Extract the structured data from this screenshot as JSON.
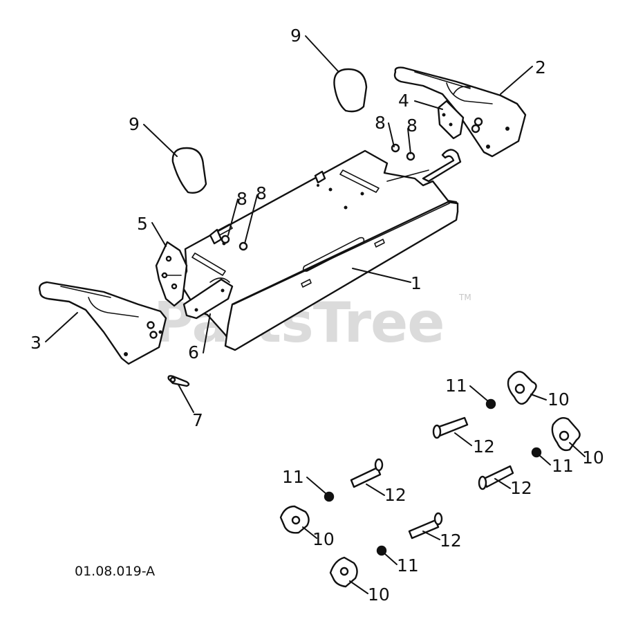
{
  "watermark": {
    "text": "PartsTree",
    "trademark": "TM"
  },
  "diagram_code": "01.08.019-A",
  "callouts": {
    "c1": "1",
    "c2": "2",
    "c3": "3",
    "c4": "4",
    "c5": "5",
    "c6": "6",
    "c7": "7",
    "c8a": "8",
    "c8b": "8",
    "c8c": "8",
    "c8d": "8",
    "c9a": "9",
    "c9b": "9",
    "c10a": "10",
    "c10b": "10",
    "c10c": "10",
    "c10d": "10",
    "c11a": "11",
    "c11b": "11",
    "c11c": "11",
    "c11d": "11",
    "c12a": "12",
    "c12b": "12",
    "c12c": "12",
    "c12d": "12"
  }
}
